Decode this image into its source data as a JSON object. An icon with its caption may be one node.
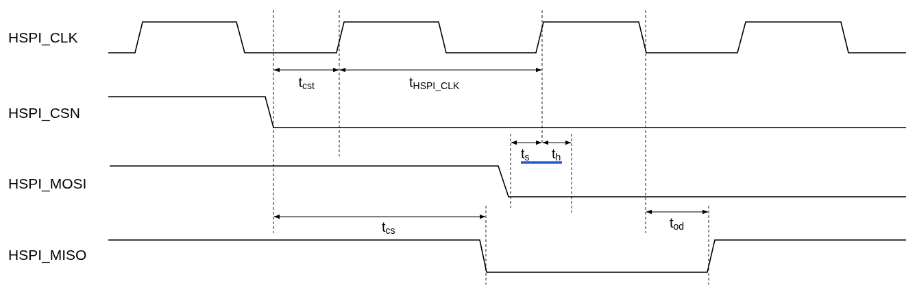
{
  "diagram": {
    "labels": [
      "HSPI_CLK",
      "t$_{cst}$",
      "t$_{HSPI_CLK}$",
      "HSPI_CSN",
      "t$_{s}$",
      "t$_{h}$",
      "HSPI_MOSI",
      "t$_{cs}$",
      "t$_{od}$",
      "HSPI_MISO"
    ]
  }
}
